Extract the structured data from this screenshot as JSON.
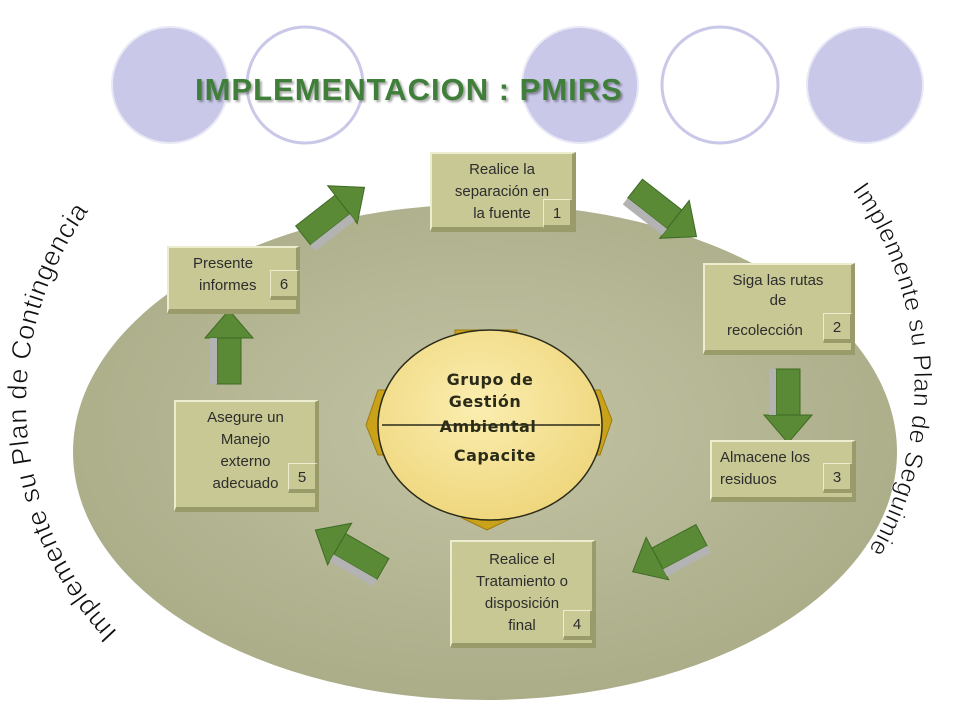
{
  "title": "IMPLEMENTACION : PMIRS",
  "side_left": "Implemente su Plan de Contingencia",
  "side_right": "Implemente su Plan de Seguimiento",
  "center": {
    "line1": "Grupo de",
    "line2": "Gestión",
    "line3": "Ambiental",
    "line4": "Capacite"
  },
  "steps": [
    {
      "id": "1",
      "lines": [
        "Realice la",
        "separación en",
        "la fuente"
      ]
    },
    {
      "id": "2",
      "lines": [
        "Siga las rutas",
        "de",
        "recolección"
      ]
    },
    {
      "id": "3",
      "lines": [
        "Almacene los",
        "residuos"
      ]
    },
    {
      "id": "4",
      "lines": [
        "Realice el",
        "Tratamiento o",
        "disposición",
        "final"
      ]
    },
    {
      "id": "5",
      "lines": [
        "Asegure un",
        "Manejo",
        "externo",
        "adecuado"
      ]
    },
    {
      "id": "6",
      "lines": [
        "Presente",
        "informes"
      ]
    }
  ],
  "colors": {
    "disc": "#b5b793",
    "circles": "#c9c8e8",
    "arrow": "#5a8a35",
    "center": "#f3df8a",
    "title": "#3f7f3a"
  }
}
